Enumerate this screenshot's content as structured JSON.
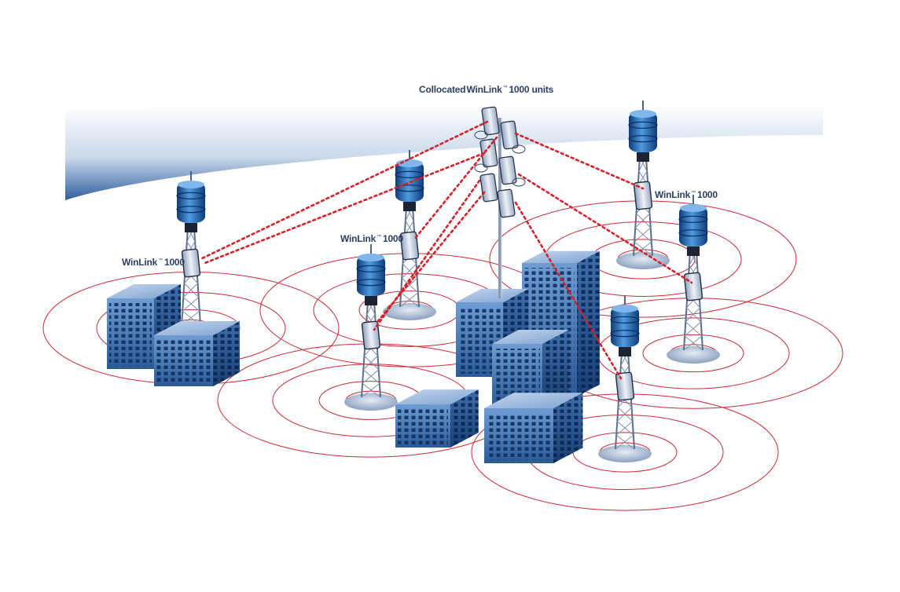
{
  "labels": {
    "collocated": {
      "name": "WinLink",
      "tm": "™",
      "rest": "1000 units",
      "prefix": "Collocated"
    },
    "winlink_left": {
      "name": "WinLink",
      "tm": "™",
      "rest": "1000"
    },
    "winlink_center": {
      "name": "WinLink",
      "tm": "™",
      "rest": "1000"
    },
    "winlink_right": {
      "name": "WinLink",
      "tm": "™",
      "rest": "1000"
    }
  },
  "colors": {
    "link": "#d8202a",
    "coverage": "#cc2a34",
    "building_light": "#5f8ec8",
    "building_dark": "#1f4f8c",
    "radome": "#2f6fb8",
    "sky": "#2f5f9e"
  }
}
